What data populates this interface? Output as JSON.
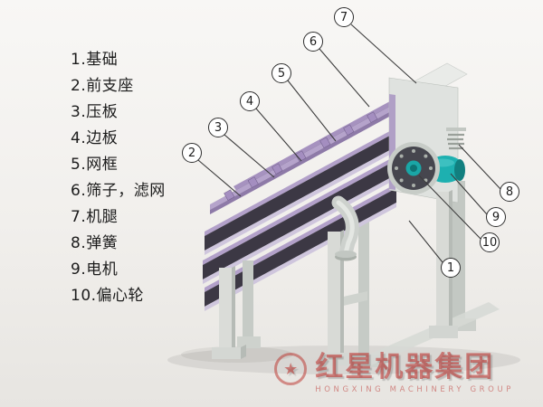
{
  "legend": {
    "items": [
      {
        "label": "1.基础"
      },
      {
        "label": "2.前支座"
      },
      {
        "label": "3.压板"
      },
      {
        "label": "4.边板"
      },
      {
        "label": "5.网框"
      },
      {
        "label": "6.筛子，滤网"
      },
      {
        "label": "7.机腿"
      },
      {
        "label": "8.弹簧"
      },
      {
        "label": "9.电机"
      },
      {
        "label": "10.偏心轮"
      }
    ]
  },
  "callouts": [
    {
      "num": "1"
    },
    {
      "num": "2"
    },
    {
      "num": "3"
    },
    {
      "num": "4"
    },
    {
      "num": "5"
    },
    {
      "num": "6"
    },
    {
      "num": "7"
    },
    {
      "num": "8"
    },
    {
      "num": "9"
    },
    {
      "num": "10"
    }
  ],
  "watermark": {
    "cn": "红星机器集团",
    "en": "HONGXING MACHINERY GROUP",
    "logo_glyph": "★"
  },
  "colors": {
    "frame_purple": "#b5a3cb",
    "mesh_dark": "#45454e",
    "motor_teal": "#1fb0b0",
    "metal_light": "#e2e4e1",
    "watermark_red": "#ba2824"
  }
}
